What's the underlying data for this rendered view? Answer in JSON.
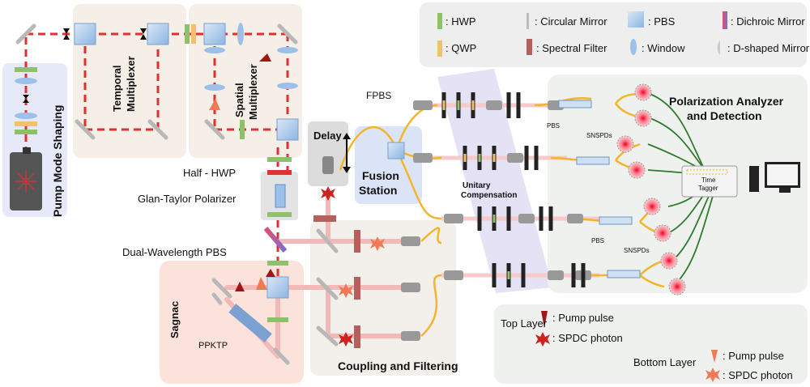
{
  "sections": {
    "pump_mode_shaping": "Pump Mode Shaping",
    "temporal_mux": [
      "Temporal",
      "Multiplexer"
    ],
    "spatial_mux": [
      "Spatial",
      "Multiplexer"
    ],
    "delay": "Delay",
    "fusion": [
      "Fusion",
      "Station"
    ],
    "sagnac": "Sagnac",
    "coupling": "Coupling and Filtering",
    "unitary": [
      "Unitary",
      "Compensation"
    ],
    "analyzer": [
      "Polarization Analyzer",
      "and Detection"
    ]
  },
  "labels": {
    "half_hwp": "Half - HWP",
    "glan": "Glan-Taylor Polarizer",
    "dual_pbs": "Dual-Wavelength PBS",
    "ppktp": "PPKTP",
    "fpbs": "FPBS",
    "pbs_top": "PBS",
    "pbs_bottom": "PBS",
    "snspd_top": "SNSPDs",
    "snspd_bottom": "SNSPDs",
    "time_tagger": [
      "Time",
      "Tagger"
    ]
  },
  "legend": {
    "items": [
      ": HWP",
      ": Circular Mirror",
      ": PBS",
      ": Dichroic Mirror",
      ": QWP",
      ": Spectral Filter",
      ": Window",
      ": D-shaped Mirror"
    ]
  },
  "layers": {
    "top": "Top Layer",
    "bottom": "Bottom Layer",
    "pump": ": Pump pulse",
    "spdc": ": SPDC photon",
    "pump2": ": Pump pulse",
    "spdc2": ": SPDC photon"
  },
  "colors": {
    "laser": "#e0312f",
    "fiber": "#f2b52b",
    "hwp": "#8fc06a",
    "qwp": "#f0c36a",
    "pbs": "#a9c8ec",
    "filter": "#b5605c",
    "detector_wire": "#2f7a2f"
  }
}
